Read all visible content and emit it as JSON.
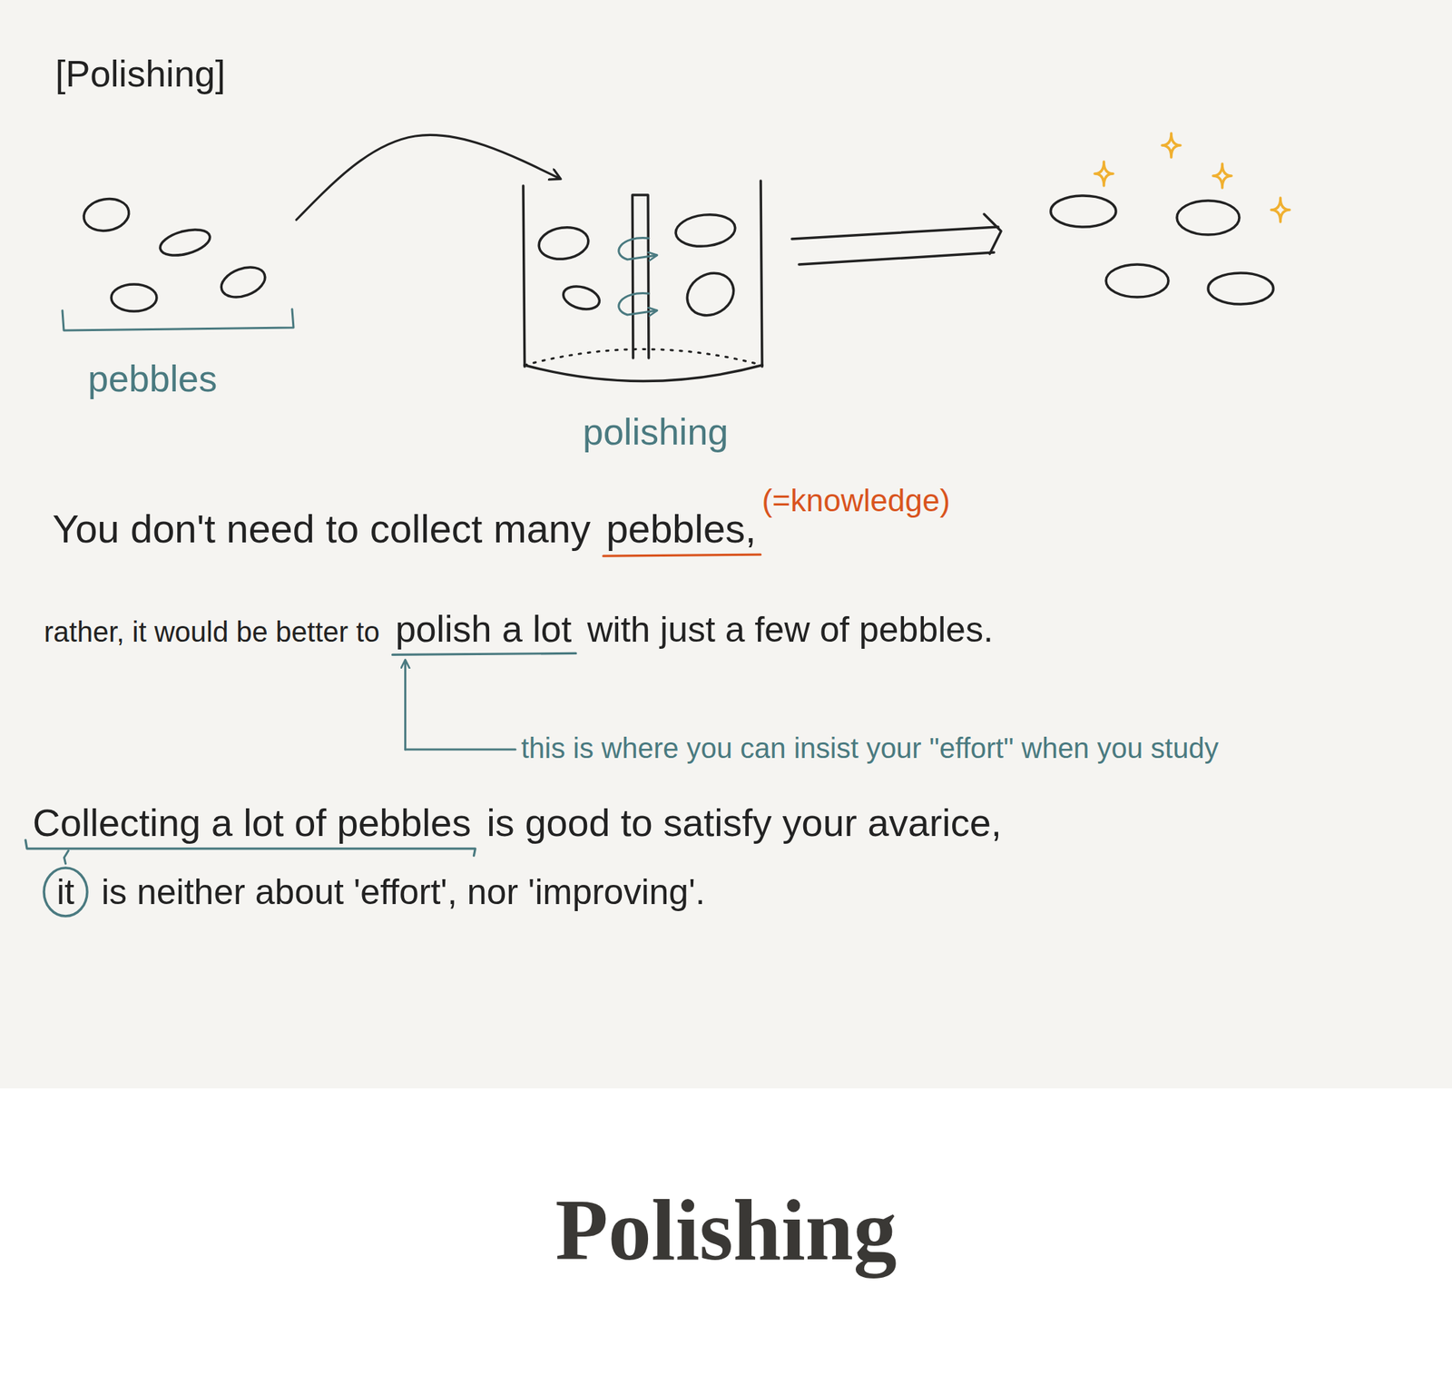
{
  "diagram": {
    "title": "[Polishing]",
    "caption": "Polishing",
    "nodes": [
      {
        "text": [
          "pebbles"
        ]
      },
      {
        "text": [
          "polishing"
        ]
      },
      {
        "text": [
          "it"
        ]
      }
    ],
    "edges": [
      {
        "from": 0,
        "to": 1,
        "arrow": "to"
      }
    ],
    "labels": [
      "You don't need to collect many",
      "pebbles,",
      "(=knowledge)",
      "rather, it would be better to",
      "polish a lot",
      "with just a few of pebbles.",
      "this is where you can insist your \"effort\" when you study",
      "Collecting a lot of pebbles",
      "is good to satisfy your avarice,",
      "is neither about 'effort', nor 'improving'."
    ]
  }
}
